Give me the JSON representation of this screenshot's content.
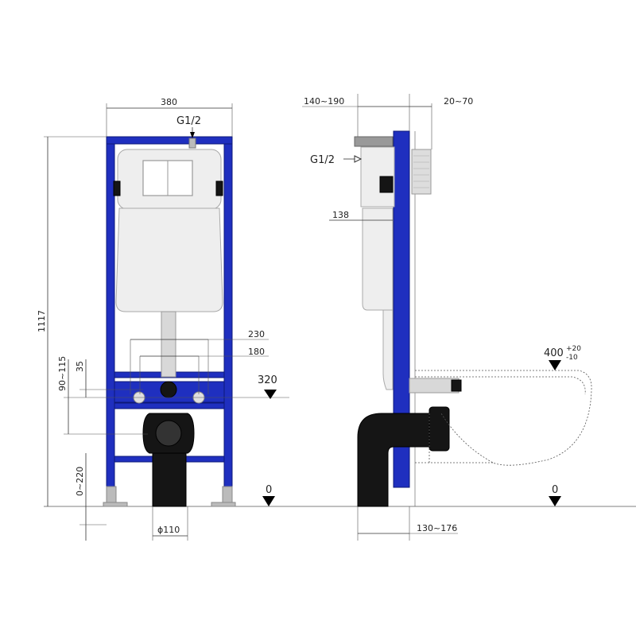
{
  "front_view": {
    "width_label": "380",
    "inlet_label": "G1/2",
    "height_label": "1117",
    "span_outer_label": "230",
    "span_inner_label": "180",
    "offset_small_label": "35",
    "outlet_height_label": "90~115",
    "level_label": "320",
    "adjust_label": "0~220",
    "drain_label": "ϕ110",
    "floor_label": "0"
  },
  "side_view": {
    "depth_label": "140~190",
    "wall_label": "20~70",
    "inlet_label": "G1/2",
    "tank_depth_label": "138",
    "bowl_height_main": "400",
    "bowl_tol_plus": "+20",
    "bowl_tol_minus": "-10",
    "floor_label": "0",
    "base_label": "130~176"
  },
  "colors": {
    "frame": "#1f2fbf",
    "tank": "#eeeeee",
    "pipe": "#151515"
  }
}
